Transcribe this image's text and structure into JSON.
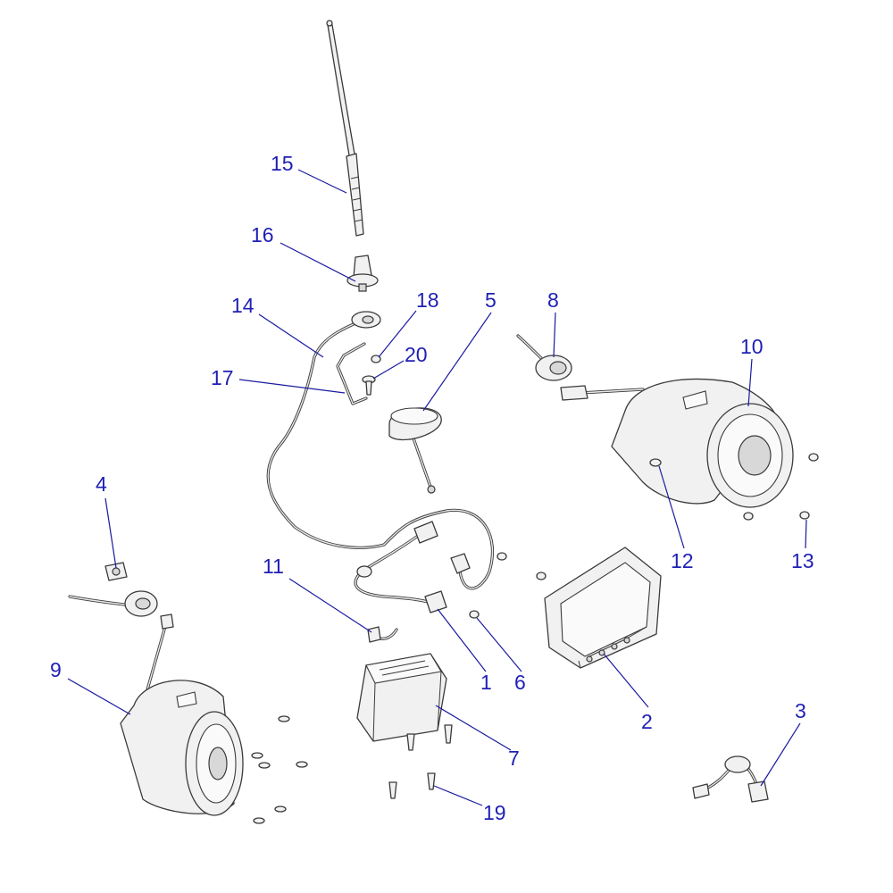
{
  "callouts": {
    "c1": "1",
    "c2": "2",
    "c3": "3",
    "c4": "4",
    "c5": "5",
    "c6": "6",
    "c7": "7",
    "c8": "8",
    "c9": "9",
    "c10": "10",
    "c11": "11",
    "c12": "12",
    "c13": "13",
    "c14": "14",
    "c15": "15",
    "c16": "16",
    "c17": "17",
    "c18": "18",
    "c19": "19",
    "c20": "20"
  },
  "colors": {
    "callout": "#1f1fb4",
    "line_art": "#3a3a3a",
    "part_fill": "#f1f1f1"
  }
}
